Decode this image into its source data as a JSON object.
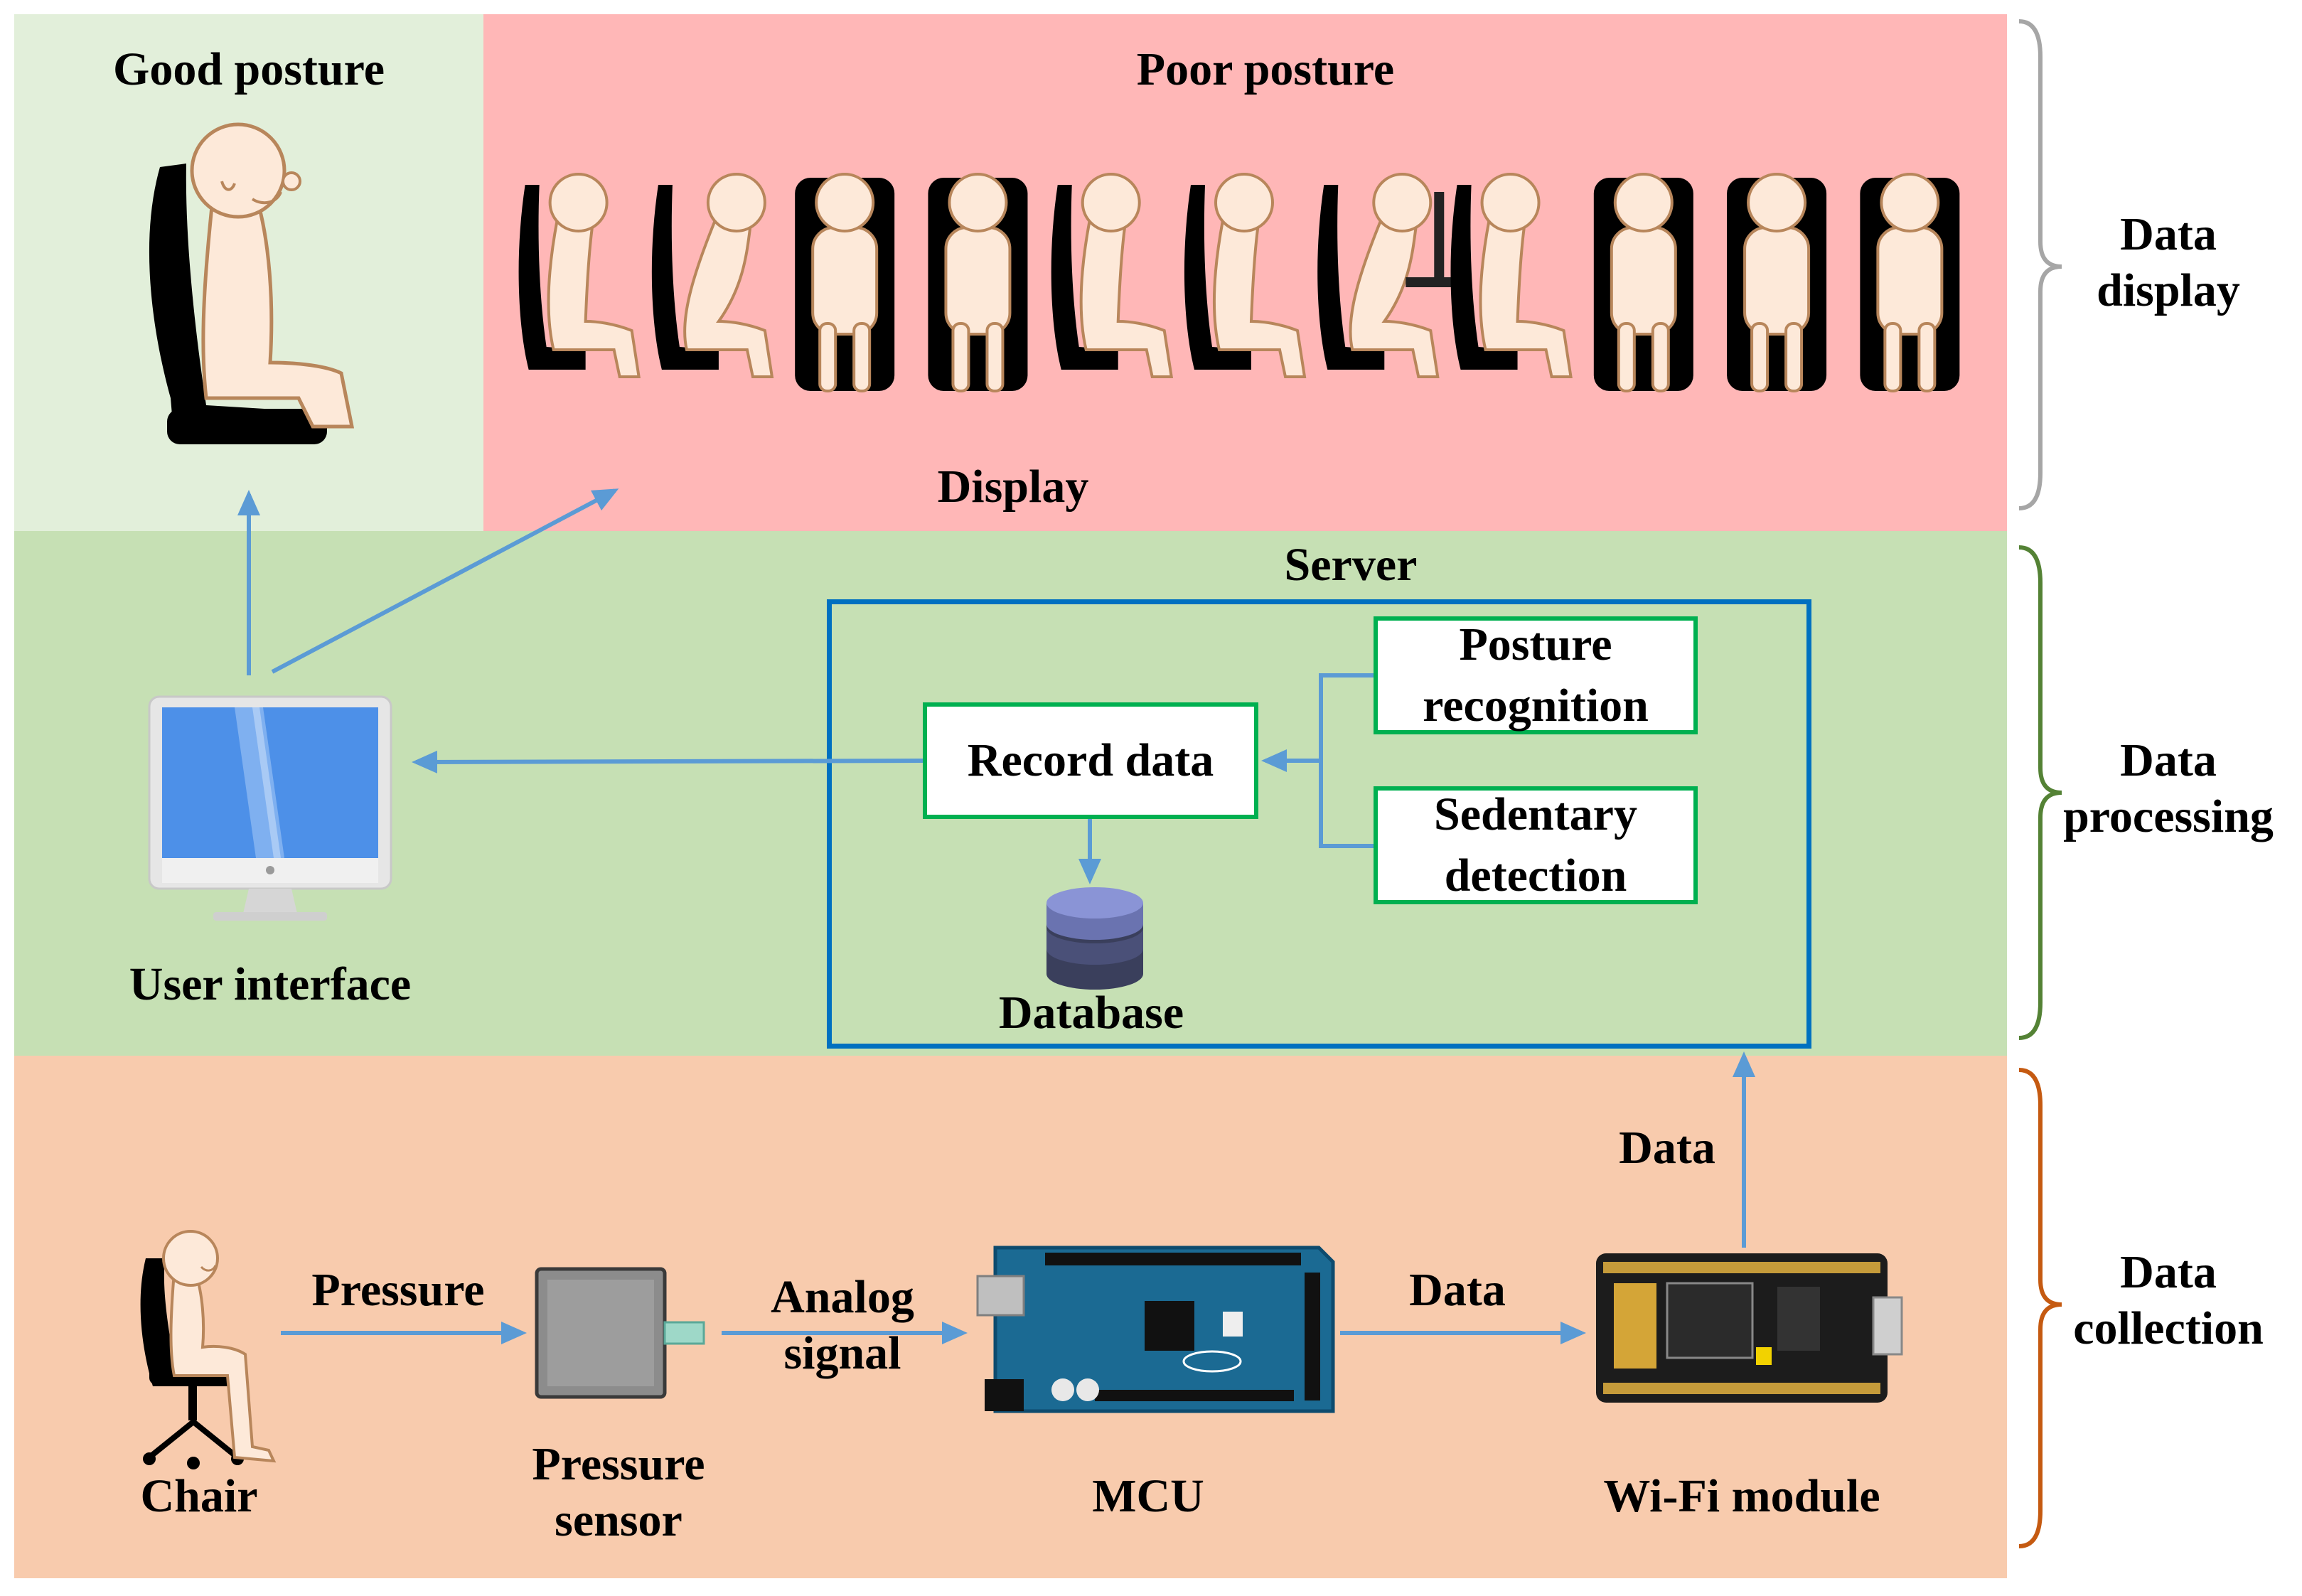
{
  "sections": {
    "display": "Data display",
    "processing": "Data processing",
    "collection": "Data collection"
  },
  "display_panel": {
    "good_title": "Good posture",
    "poor_title": "Poor posture",
    "display_label": "Display",
    "poor_posture_count": 11
  },
  "processing_panel": {
    "server_title": "Server",
    "user_interface": "User interface",
    "record_data": "Record data",
    "posture_recognition": "Posture recognition",
    "sedentary_detection": "Sedentary detection",
    "database": "Database"
  },
  "collection_panel": {
    "chair": "Chair",
    "pressure_arrow": "Pressure",
    "pressure_sensor": "Pressure sensor",
    "analog_signal": "Analog signal",
    "mcu": "MCU",
    "data_arrow_1": "Data",
    "wifi_module": "Wi-Fi module",
    "data_arrow_2": "Data"
  },
  "colors": {
    "good_bg": "#e2efda",
    "poor_bg": "#ffb7b7",
    "processing_bg": "#c6e0b4",
    "collection_bg": "#f8cbad",
    "arrow": "#5b9bd5",
    "server_border": "#0070c0",
    "box_border": "#00b050",
    "brace_display": "#a6a6a6",
    "brace_processing": "#548235",
    "brace_collection": "#c55a11",
    "skin": "#fde9d9",
    "skin_stroke": "#b8865b"
  }
}
